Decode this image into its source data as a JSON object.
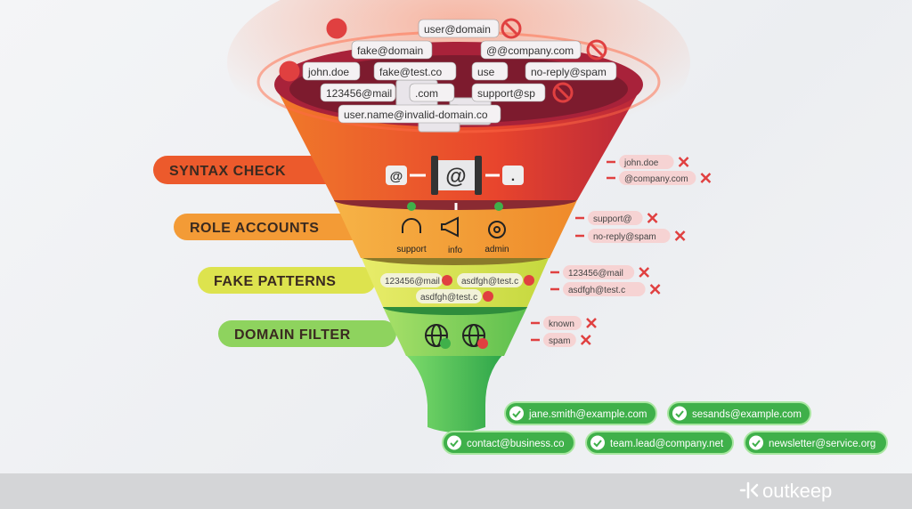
{
  "stages": [
    {
      "label": "SYNTAX CHECK",
      "rejected": [
        "john.doe",
        "@company.com"
      ]
    },
    {
      "label": "ROLE ACCOUNTS",
      "icons": [
        "support",
        "info",
        "admin"
      ],
      "rejected": [
        "support@",
        "no-reply@spam"
      ]
    },
    {
      "label": "FAKE PATTERNS",
      "items": [
        "123456@mail",
        "asdfgh@test.c",
        "asdfgh@test.c"
      ],
      "rejected": [
        "123456@mail",
        "asdfgh@test.c"
      ]
    },
    {
      "label": "DOMAIN FILTER",
      "rejected": [
        "known",
        "spam"
      ]
    }
  ],
  "syntax_symbols": [
    "@",
    "@",
    "."
  ],
  "incoming": [
    "user@domain",
    "fake@domain",
    "john.doe",
    "@@company.com",
    "fake@test.co",
    "use",
    "no-reply@spam",
    ".com",
    "123456@mail",
    "user.name@invalid-domain.co",
    "support@sp"
  ],
  "valid": [
    "jane.smith@example.com",
    "sesands@example.com",
    "contact@business.co",
    "team.lead@company.net",
    "newsletter@service.org"
  ],
  "brand": "outkeep",
  "colors": {
    "syntax": "#e8522d",
    "role": "#f29a33",
    "fake": "#d7e04a",
    "domain": "#7dcc5a",
    "valid": "#3fb04a",
    "reject": "#e04040"
  }
}
